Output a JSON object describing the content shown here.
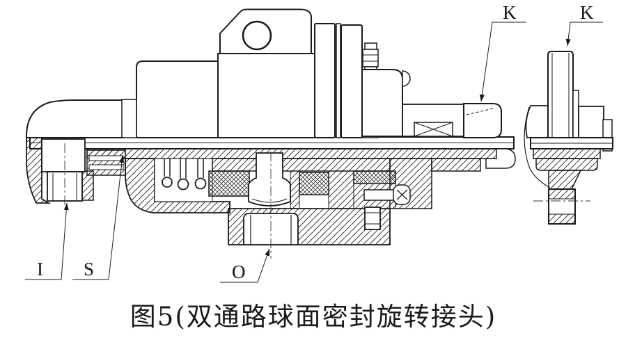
{
  "figure": {
    "caption": "图5(双通路球面密封旋转接头)"
  },
  "callouts": {
    "k_main": "K",
    "k_detail": "K",
    "inlet": "I",
    "seal": "S",
    "outlet": "O"
  },
  "colors": {
    "line": "#1a1a1a",
    "background": "#ffffff"
  }
}
